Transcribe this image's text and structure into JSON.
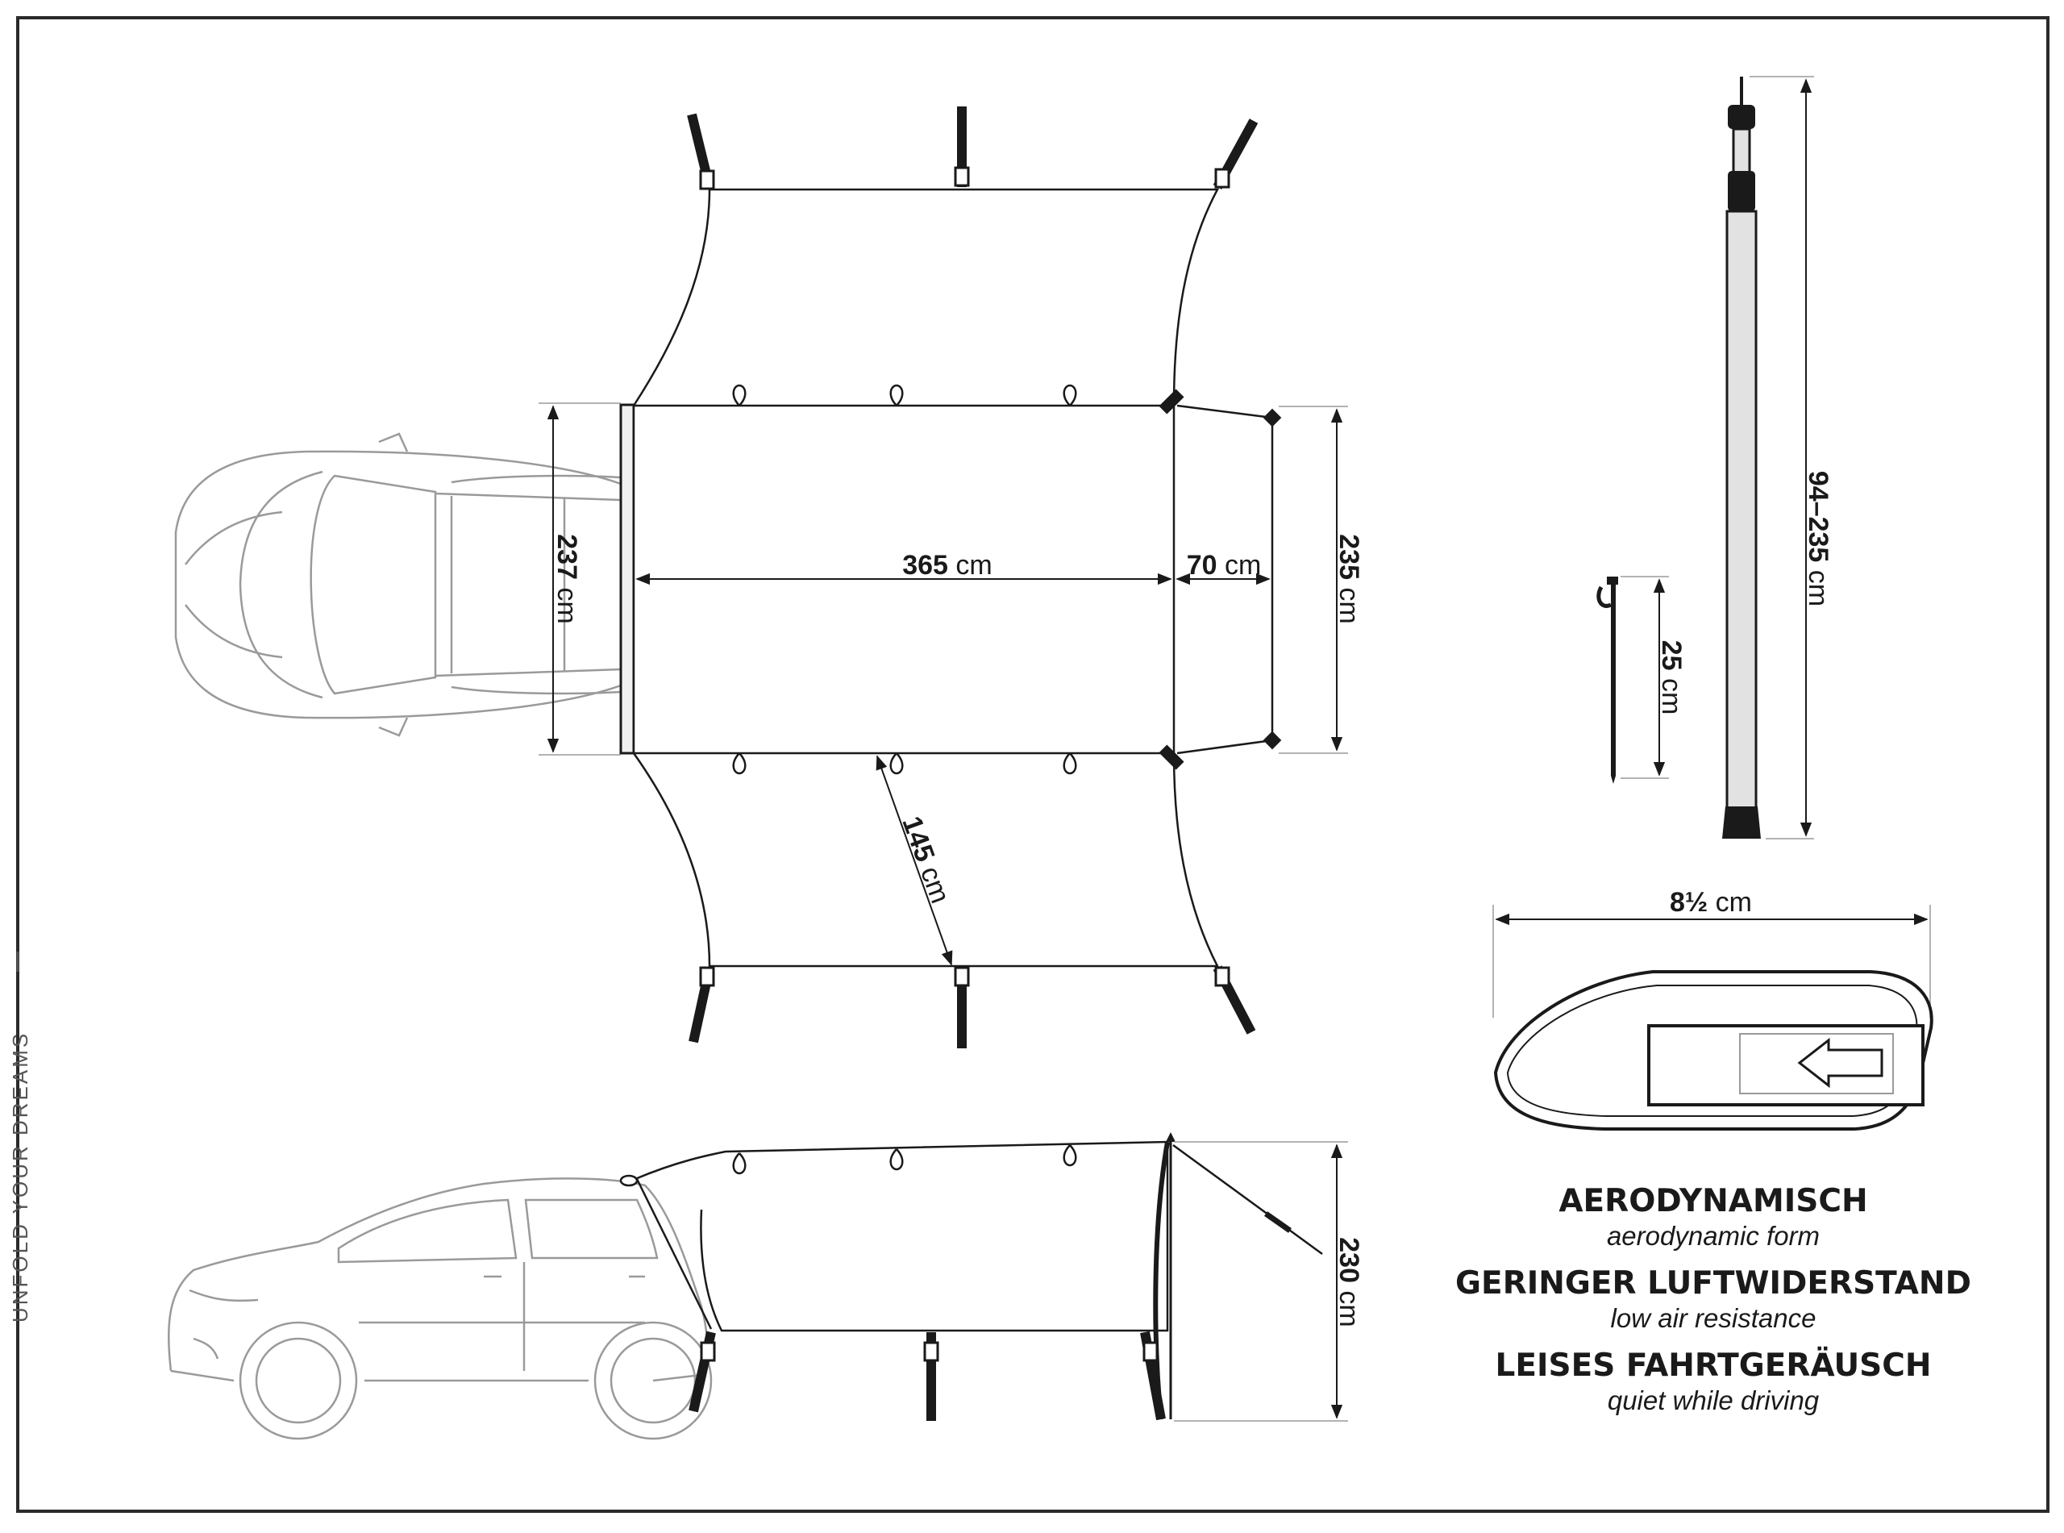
{
  "side_text": "UNFOLD YOUR DREAMS",
  "dimensions": {
    "length_num": "365",
    "length_unit": " cm",
    "width_num": "237",
    "width_unit": " cm",
    "front_num": "70",
    "front_unit": " cm",
    "front_width_num": "235",
    "front_width_unit": " cm",
    "side_num": "145",
    "side_unit": " cm",
    "peg_num": "25",
    "peg_unit": " cm",
    "pole_num": "94–235",
    "pole_unit": " cm",
    "bag_num": "8½",
    "bag_unit": " cm",
    "height_num": "230",
    "height_unit": " cm"
  },
  "features": [
    {
      "title": "AERODYNAMISCH",
      "subtitle": "aerodynamic form"
    },
    {
      "title": "GERINGER LUFTWIDERSTAND",
      "subtitle": "low air resistance"
    },
    {
      "title": "LEISES FAHRTGERÄUSCH",
      "subtitle": "quiet while driving"
    }
  ],
  "colors": {
    "line": "#1a1a1a",
    "car_line": "#9a9a9a",
    "frame": "#2a2a2a",
    "pole_fill": "#e2e2e2"
  }
}
